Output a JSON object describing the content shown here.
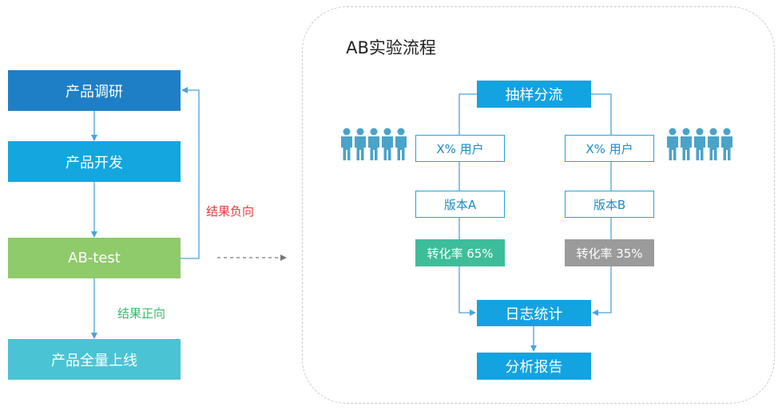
{
  "left_flow": {
    "steps": [
      "产品调研",
      "产品开发",
      "AB-test",
      "产品全量上线"
    ],
    "negative_label": "结果负向",
    "positive_label": "结果正向"
  },
  "ab_panel": {
    "title": "AB实验流程",
    "split": "抽样分流",
    "users_a": "X% 用户",
    "users_b": "X% 用户",
    "version_a": "版本A",
    "version_b": "版本B",
    "conversion_a": "转化率 65%",
    "conversion_b": "转化率 35%",
    "log_stats": "日志统计",
    "report": "分析报告"
  },
  "colors": {
    "step_research": "#1e7fc6",
    "step_dev": "#13a6df",
    "step_abtest": "#8fca6b",
    "step_launch": "#4ac4d4",
    "panel_blue": "#12a3e0",
    "conversion_a": "#3dbd9a",
    "conversion_b": "#9b9b9b",
    "negative_text": "#e8393e",
    "positive_text": "#3ab86a",
    "people": "#4aa3c8"
  },
  "icons": [
    "people-group-icon",
    "people-group-icon"
  ]
}
